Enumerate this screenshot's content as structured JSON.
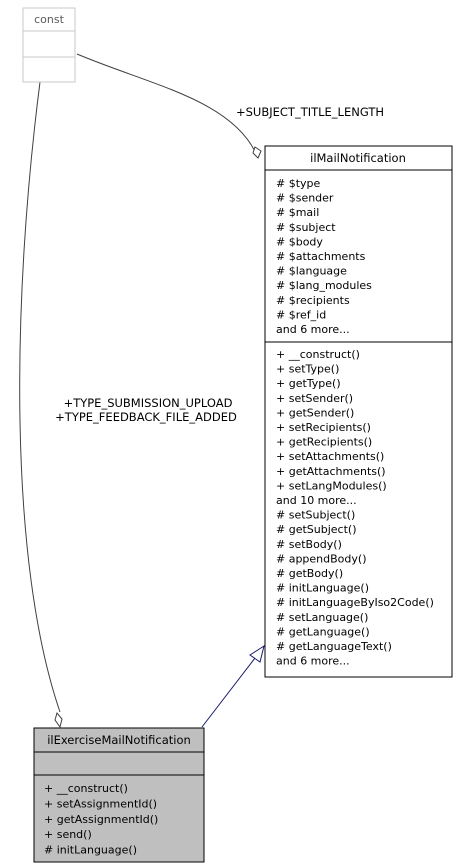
{
  "const_box": {
    "title": "const",
    "border_color": "#c8c8c8",
    "text_color": "#5a5a5a"
  },
  "mail_class": {
    "title": "ilMailNotification",
    "attributes": [
      "# $type",
      "# $sender",
      "# $mail",
      "# $subject",
      "# $body",
      "# $attachments",
      "# $language",
      "# $lang_modules",
      "# $recipients",
      "# $ref_id",
      "and 6 more..."
    ],
    "methods": [
      "+ __construct()",
      "+ setType()",
      "+ getType()",
      "+ setSender()",
      "+ getSender()",
      "+ setRecipients()",
      "+ getRecipients()",
      "+ setAttachments()",
      "+ getAttachments()",
      "+ setLangModules()",
      "and 10 more...",
      "# setSubject()",
      "# getSubject()",
      "# setBody()",
      "# appendBody()",
      "# getBody()",
      "# initLanguage()",
      "# initLanguageByIso2Code()",
      "# setLanguage()",
      "# getLanguage()",
      "# getLanguageText()",
      "and 6 more..."
    ]
  },
  "exercise_class": {
    "title": "ilExerciseMailNotification",
    "header_fill": "#bfbfbf",
    "methods": [
      "+ __construct()",
      "+ setAssignmentId()",
      "+ getAssignmentId()",
      "+ send()",
      "# initLanguage()"
    ]
  },
  "edge_labels": {
    "subject_title_length": "+SUBJECT_TITLE_LENGTH",
    "type_submission_upload": "+TYPE_SUBMISSION_UPLOAD",
    "type_feedback_file_added": "+TYPE_FEEDBACK_FILE_ADDED"
  },
  "colors": {
    "aggregation_edge": "#404040",
    "inheritance_edge": "#191970"
  }
}
